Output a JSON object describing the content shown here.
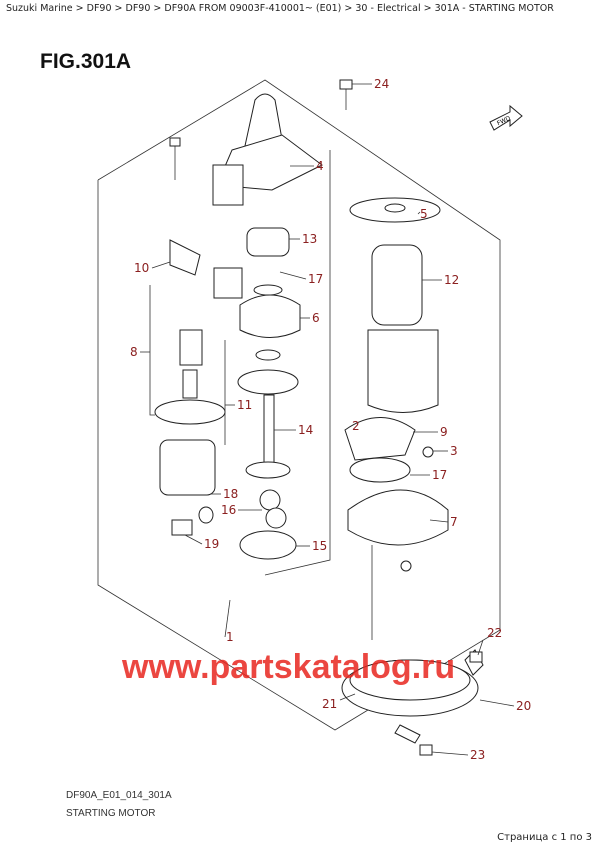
{
  "breadcrumb": "Suzuki Marine > DF90 > DF90 > DF90A FROM 09003F-410001~ (E01) > 30 - Electrical > 301A - STARTING MOTOR",
  "figure": {
    "title": "FIG.301A",
    "direction_label": "FWD",
    "code": "DF90A_E01_014_301A",
    "name": "STARTING MOTOR"
  },
  "watermark": "www.partskatalog.ru",
  "callouts": [
    "24",
    "4",
    "5",
    "13",
    "10",
    "17",
    "12",
    "6",
    "8",
    "11",
    "14",
    "2",
    "9",
    "3",
    "17",
    "18",
    "16",
    "7",
    "19",
    "15",
    "1",
    "22",
    "21",
    "20",
    "23"
  ],
  "colors": {
    "callout": "#8b2020",
    "watermark": "#e8261f"
  },
  "pagination": "Страница с 1 по 3"
}
